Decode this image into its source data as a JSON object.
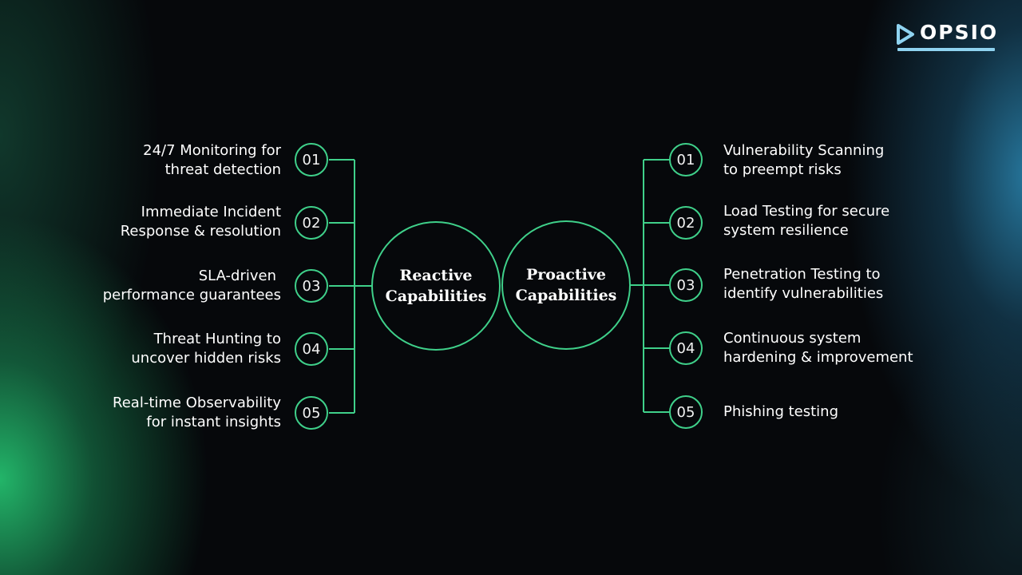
{
  "brand": {
    "logo_text": "OPSIO"
  },
  "colors": {
    "accent_green": "#3fd08a",
    "logo_underline": "#8fd3f0",
    "background": "#06080b"
  },
  "reactive": {
    "hub": {
      "line1": "Reactive",
      "line2": "Capabilities"
    },
    "items": [
      {
        "number": "01",
        "line1": "24/7 Monitoring for",
        "line2": "threat detection"
      },
      {
        "number": "02",
        "line1": "Immediate Incident",
        "line2": "Response & resolution"
      },
      {
        "number": "03",
        "line1": "SLA-driven",
        "line2": "performance guarantees"
      },
      {
        "number": "04",
        "line1": "Threat Hunting to",
        "line2": "uncover hidden risks"
      },
      {
        "number": "05",
        "line1": "Real-time Observability",
        "line2": "for instant insights"
      }
    ]
  },
  "proactive": {
    "hub": {
      "line1": "Proactive",
      "line2": "Capabilities"
    },
    "items": [
      {
        "number": "01",
        "line1": "Vulnerability Scanning",
        "line2": "to preempt risks"
      },
      {
        "number": "02",
        "line1": "Load Testing for secure",
        "line2": "system resilience"
      },
      {
        "number": "03",
        "line1": "Penetration Testing to",
        "line2": "identify vulnerabilities"
      },
      {
        "number": "04",
        "line1": "Continuous system",
        "line2": "hardening & improvement"
      },
      {
        "number": "05",
        "line1": "Phishing testing",
        "line2": ""
      }
    ]
  }
}
